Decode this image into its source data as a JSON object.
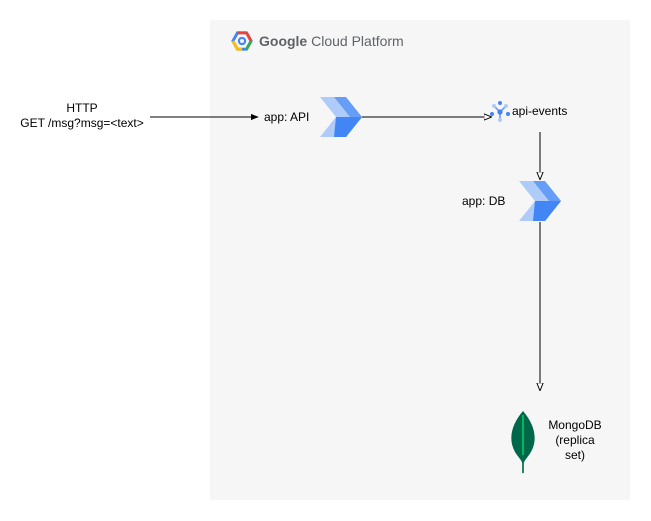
{
  "platform": {
    "brand": "Google",
    "product": "Cloud Platform"
  },
  "request": {
    "line1": "HTTP",
    "line2": "GET /msg?msg=<text>"
  },
  "nodes": {
    "api_app": "app: API",
    "api_events": "api-events",
    "db_app": "app: DB",
    "mongodb_line1": "MongoDB",
    "mongodb_line2": "(replica",
    "mongodb_line3": "set)"
  },
  "colors": {
    "panel_bg": "#f6f6f6",
    "gcp_blue": "#4285f4",
    "gcp_light_blue": "#aecbfa",
    "mongo_green": "#00684a",
    "arrow": "#000000"
  },
  "icons": {
    "gcp_logo": "google-cloud-logo-icon",
    "cloud_run": "cloud-run-icon",
    "pubsub": "pubsub-icon",
    "mongodb": "mongodb-leaf-icon"
  }
}
